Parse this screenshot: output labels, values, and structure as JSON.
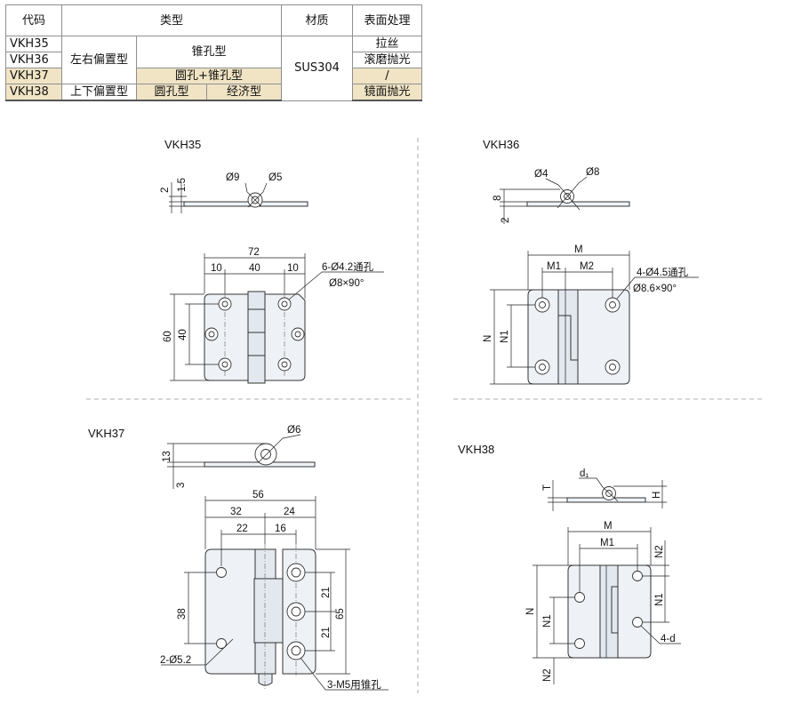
{
  "table": {
    "headers": {
      "code": "代码",
      "type": "类型",
      "material": "材质",
      "surface": "表面处理"
    },
    "rows": [
      {
        "code": "VKH35",
        "surface": "拉丝"
      },
      {
        "code": "VKH36",
        "surface": "滚磨抛光"
      },
      {
        "code": "VKH37",
        "surface": "/"
      },
      {
        "code": "VKH38",
        "surface": "镜面抛光"
      }
    ],
    "type_cells": {
      "lr_offset": "左右偏置型",
      "ud_offset": "上下偏置型",
      "countersunk": "锥孔型",
      "round_plus_countersunk": "圆孔+锥孔型",
      "round": "圆孔型",
      "economy": "经济型"
    },
    "material": "SUS304",
    "highlight_color": "#f1e4c4"
  },
  "drawings": {
    "vkh35": {
      "title": "VKH35",
      "side": {
        "d_a": "Ø9",
        "d_b": "Ø5",
        "t1": "2",
        "t2": "1.5"
      },
      "front": {
        "width": "72",
        "seg_left": "10",
        "seg_mid": "40",
        "seg_right": "10",
        "height": "60",
        "pitch": "40",
        "holes_1": "6-Ø4.2通孔",
        "holes_2": "Ø8×90°"
      }
    },
    "vkh36": {
      "title": "VKH36",
      "side": {
        "d_a": "Ø4",
        "d_b": "Ø8",
        "t1": "8",
        "t2": "2"
      },
      "front": {
        "width": "M",
        "seg_left": "M1",
        "seg_right": "M2",
        "height": "N",
        "pitch": "N1",
        "holes_1": "4-Ø4.5通孔",
        "holes_2": "Ø8.6×90°"
      }
    },
    "vkh37": {
      "title": "VKH37",
      "side": {
        "d_a": "Ø6",
        "t1": "13",
        "t2": "3"
      },
      "front": {
        "width": "56",
        "left_w": "32",
        "right_w": "24",
        "pitch_l": "22",
        "pitch_r": "16",
        "height_l": "38",
        "pitch_r1": "21",
        "pitch_r2": "21",
        "height_r": "65",
        "holes_l": "2-Ø5.2",
        "holes_r": "3-M5用锥孔"
      }
    },
    "vkh38": {
      "title": "VKH38",
      "side": {
        "d_a": "d₁",
        "t": "T",
        "h": "H"
      },
      "front": {
        "width": "M",
        "seg": "M1",
        "height": "N",
        "pitch_l": "N1",
        "pitch_r": "N1",
        "top_off": "N2",
        "bot_off": "N2",
        "holes": "4-d"
      }
    }
  }
}
